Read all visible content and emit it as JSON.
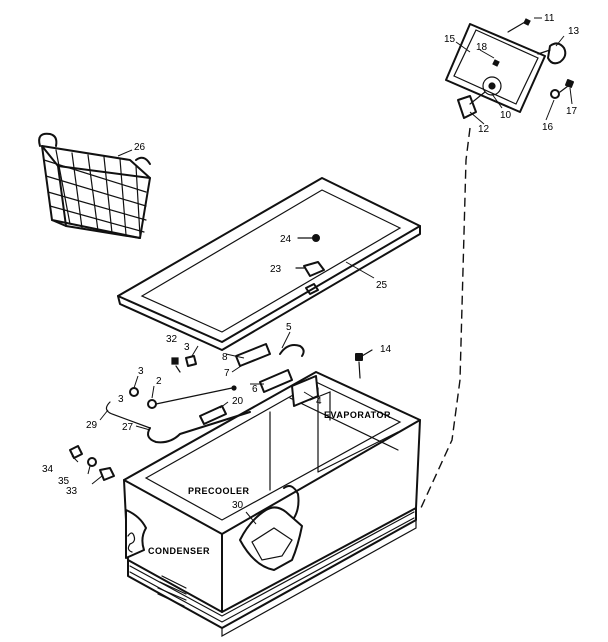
{
  "callouts": {
    "c1": "11",
    "c2": "13",
    "c3": "15",
    "c4": "18",
    "c5": "10",
    "c6": "12",
    "c7": "16",
    "c8": "17",
    "c9": "26",
    "c10": "24",
    "c11": "23",
    "c12": "25",
    "c13": "5",
    "c14": "32",
    "c15": "3",
    "c16": "8",
    "c17": "7",
    "c18": "6",
    "c19": "14",
    "c20": "4",
    "c21": "3",
    "c22": "2",
    "c23": "3",
    "c24": "20",
    "c25": "29",
    "c26": "27",
    "c27": "34",
    "c28": "35",
    "c29": "33",
    "c30": "30"
  },
  "words": {
    "evaporator": "EVAPORATOR",
    "precooler": "PRECOOLER",
    "condenser": "CONDENSER"
  }
}
